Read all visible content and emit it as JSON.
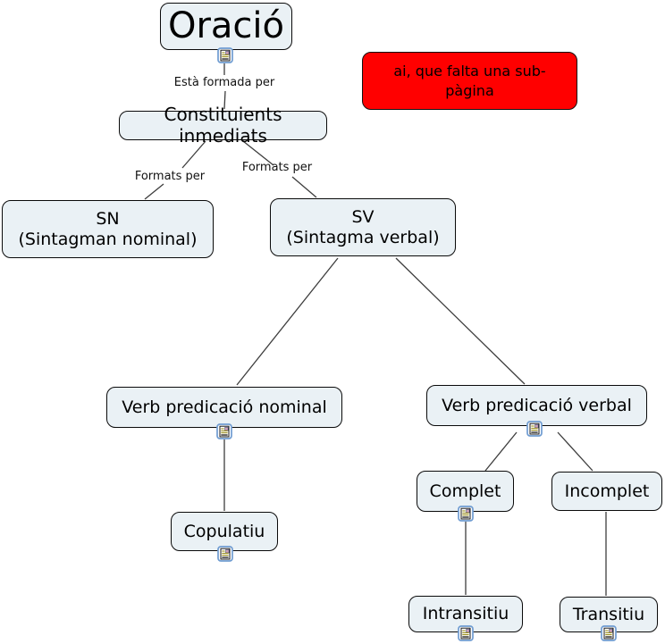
{
  "concept_map": {
    "nodes": {
      "oracio": {
        "label": "Oració"
      },
      "constituients": {
        "label": "Constituients inmediats"
      },
      "sn": {
        "title": "SN",
        "subtitle": "(Sintagman nominal)"
      },
      "sv": {
        "title": "SV",
        "subtitle": "(Sintagma verbal)"
      },
      "verb_nominal": {
        "label": "Verb predicació nominal"
      },
      "verb_verbal": {
        "label": "Verb predicació verbal"
      },
      "copulatiu": {
        "label": "Copulatiu"
      },
      "complet": {
        "label": "Complet"
      },
      "incomplet": {
        "label": "Incomplet"
      },
      "intransitiu": {
        "label": "Intransitiu"
      },
      "transitiu": {
        "label": "Transitiu"
      }
    },
    "link_labels": {
      "esta_formada_per": "Està formada per",
      "formats_per_left": "Formats per",
      "formats_per_right": "Formats per"
    },
    "annotation": {
      "text": "ai, que falta una sub-pàgina"
    },
    "icons": {
      "resource": "document-with-image resource link"
    },
    "colors": {
      "node_fill": "#eaf1f5",
      "node_border": "#0a0a0a",
      "edge": "#3d3d3d",
      "annotation_fill": "#ff0000",
      "annotation_text": "#000000",
      "resource_icon_border": "#6f9cd1"
    }
  }
}
